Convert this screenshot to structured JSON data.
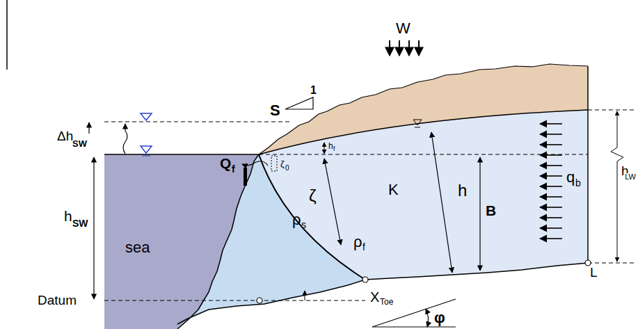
{
  "diagram": {
    "labels": [
      "Δh",
      "SW",
      "h",
      "SW",
      "sea",
      "Datum",
      "Q",
      "f",
      "h",
      "f",
      "ζ",
      "0",
      "ζ",
      "K",
      "h",
      "B",
      "ρ",
      "s",
      "ρ",
      "f",
      "X",
      "Toe",
      "φ",
      "W",
      "S",
      "1",
      "q",
      "b",
      "h",
      "LW",
      "L"
    ]
  }
}
